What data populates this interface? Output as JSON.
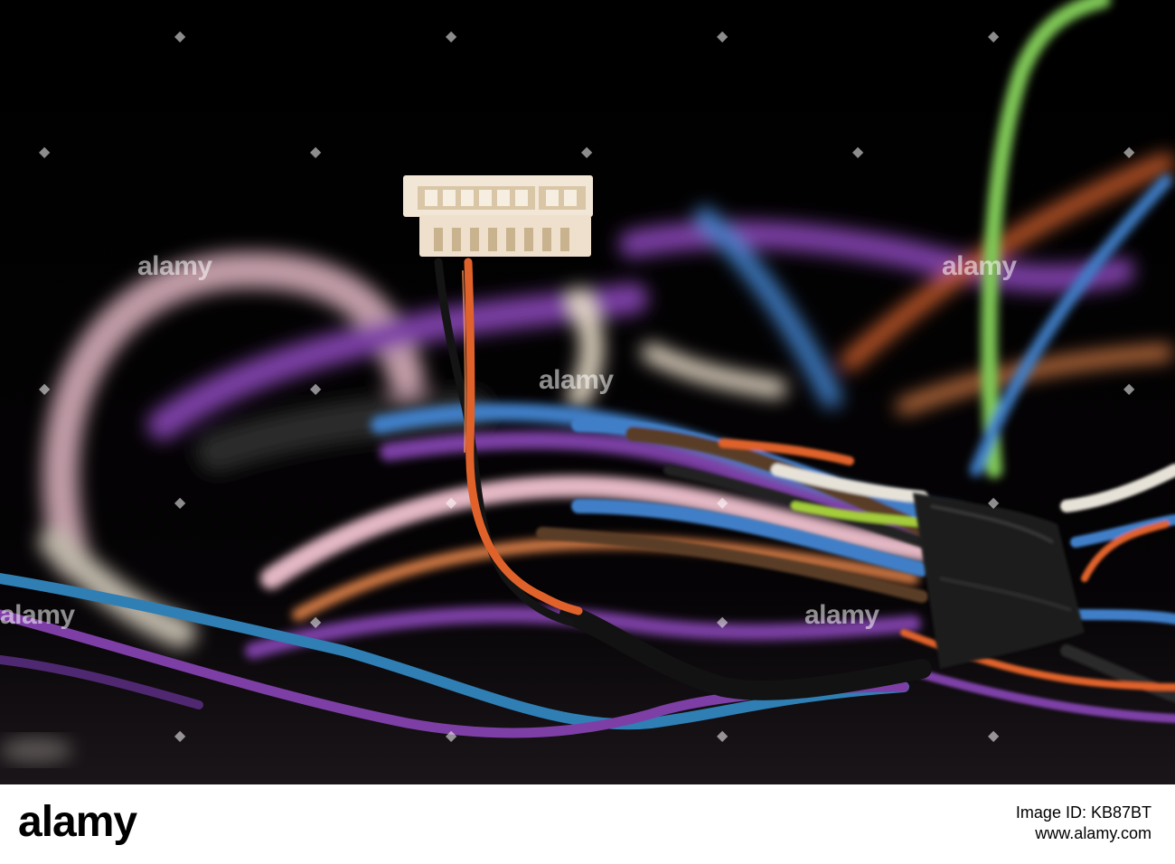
{
  "footer": {
    "logo_text": "alamy",
    "image_id_line": "Image ID: KB87BT",
    "site_line": "www.alamy.com"
  },
  "watermark": {
    "text": "alamy"
  },
  "palette": {
    "background": "#000000",
    "connector": "#f2e6d6",
    "wire_orange": "#e0622a",
    "wire_blue": "#3f7fc8",
    "wire_purple": "#7d3fa6",
    "wire_pink": "#e3b7c4",
    "wire_green": "#7fc856",
    "tape": "#1a1a1a"
  }
}
